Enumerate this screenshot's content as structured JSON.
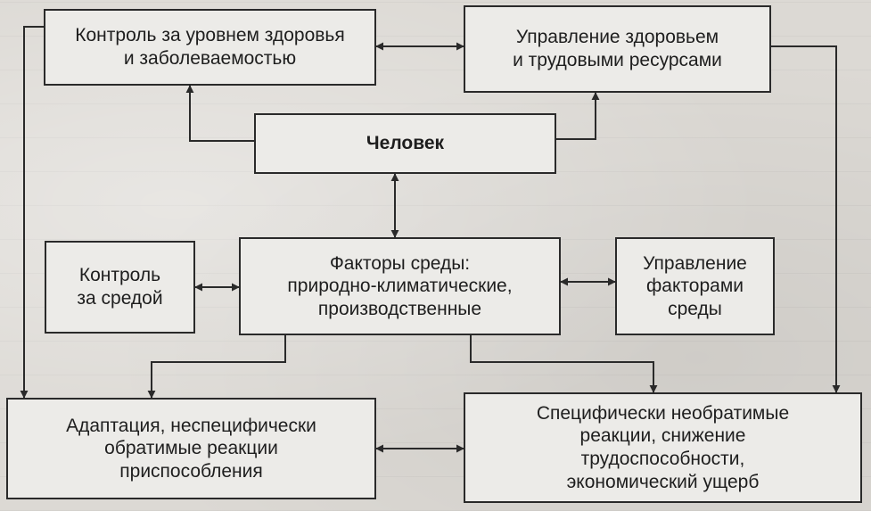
{
  "boxes": {
    "health_control": "Контроль за уровнем здоровья\nи заболеваемостью",
    "health_management": "Управление здоровьем\nи трудовыми ресурсами",
    "human": "Человек",
    "env_control": "Контроль\nза средой",
    "env_factors": "Факторы среды:\nприродно-климатические,\nпроизводственные",
    "factor_management": "Управление\nфакторами\nсреды",
    "adaptation": "Адаптация, неспецифически\nобратимые реакции\nприспособления",
    "specific_reactions": "Специфически необратимые\nреакции, снижение\nтрудоспособности,\nэкономический ущерб"
  },
  "colors": {
    "line": "#2a2a2a",
    "box_fill": "#ecebe8",
    "text": "#1e1e1e"
  }
}
